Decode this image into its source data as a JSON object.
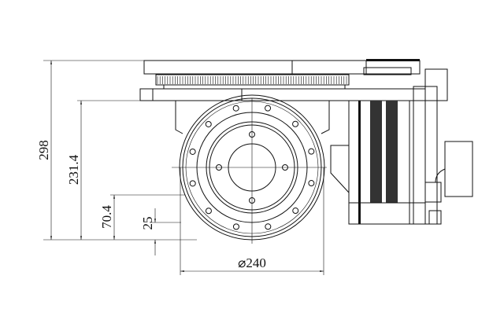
{
  "drawing": {
    "title": "Drive wheel unit side view",
    "dimensions": {
      "overall_height": "298",
      "mount_height": "231.4",
      "axle_height": "70.4",
      "bottom_offset": "25",
      "wheel_diameter": "⌀240"
    }
  }
}
